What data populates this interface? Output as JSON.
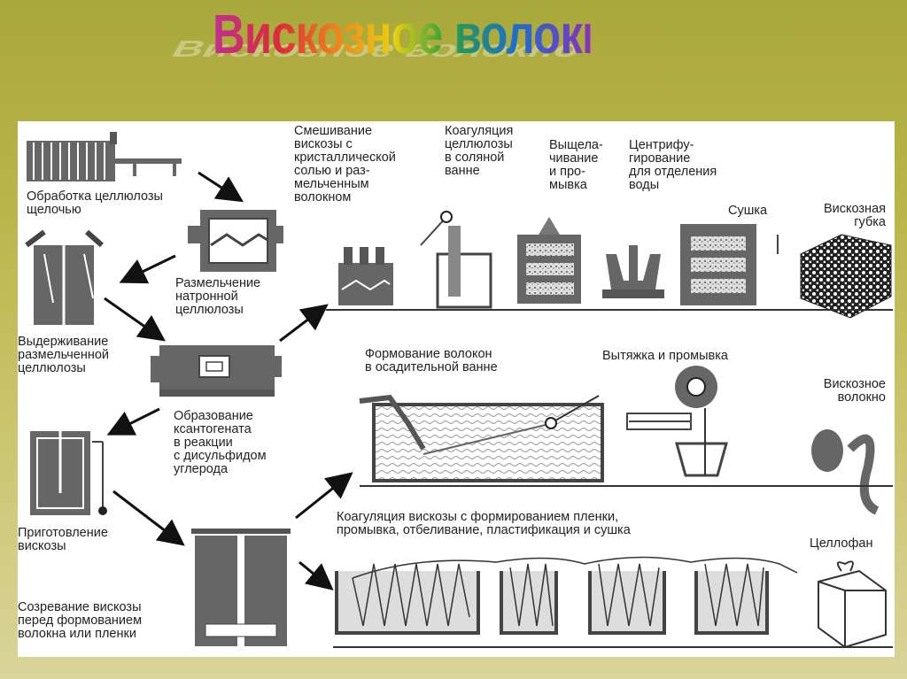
{
  "title": "Вискозное волокно",
  "steps": {
    "cellulose_treatment": "Обработка целлюлозы\nщелочью",
    "grinding": "Размельчение\nнатронной\nцеллюлозы",
    "aging": "Выдерживание\nразмельченной\nцеллюлозы",
    "xanthate": "Образование\nксантогената\nв реакции\nс дисульфидом\nуглерода",
    "viscose_prep": "Приготовление\nвискозы",
    "ripening": "Созревание вискозы\nперед формованием\nволокна или пленки",
    "mixing": "Смешивание\nвискозы с\nкристаллической\nсолью и раз-\nмельченным\nволокном",
    "coagulation": "Коагуляция\nцеллюлозы\nв соляной\nванне",
    "leaching": "Выщела-\nчивание\nи про-\nмывка",
    "centrifuge": "Центрифу-\nгирование\nдля отделения\nводы",
    "drying": "Сушка",
    "sponge": "Вискозная\nгубка",
    "fiber_forming": "Формование волокон\nв осадительной ванне",
    "stretching": "Вытяжка и промывка",
    "fiber": "Вискозное\nволокно",
    "film": "Коагуляция вискозы с формированием пленки,\nпромывка, отбеливание, пластификация и сушка",
    "cellophane": "Целлофан"
  }
}
